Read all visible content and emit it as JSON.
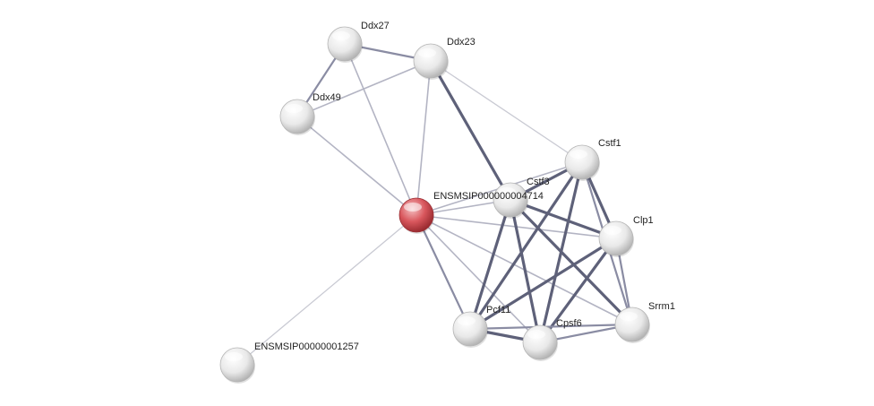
{
  "network": {
    "nodes": [
      {
        "id": "Ddx27",
        "label": "Ddx27",
        "query": false
      },
      {
        "id": "Ddx23",
        "label": "Ddx23",
        "query": false
      },
      {
        "id": "Ddx49",
        "label": "Ddx49",
        "query": false
      },
      {
        "id": "Cstf1",
        "label": "Cstf1",
        "query": false
      },
      {
        "id": "Cstf3",
        "label": "Cstf3",
        "query": false
      },
      {
        "id": "Clp1",
        "label": "Clp1",
        "query": false
      },
      {
        "id": "Srrm1",
        "label": "Srrm1",
        "query": false
      },
      {
        "id": "Pcf11",
        "label": "Pcf11",
        "query": false
      },
      {
        "id": "Cpsf6",
        "label": "Cpsf6",
        "query": false
      },
      {
        "id": "ENSMSIP00000001257",
        "label": "ENSMSIP00000001257",
        "query": false
      },
      {
        "id": "query",
        "label": "ENSMSIP000000004714",
        "query": true
      }
    ],
    "edges": [
      {
        "source": "Ddx27",
        "target": "Ddx23",
        "strength": "medium"
      },
      {
        "source": "Ddx27",
        "target": "Ddx49",
        "strength": "medium"
      },
      {
        "source": "Ddx27",
        "target": "query",
        "strength": "weak"
      },
      {
        "source": "Ddx23",
        "target": "Ddx49",
        "strength": "weak"
      },
      {
        "source": "Ddx23",
        "target": "query",
        "strength": "weak"
      },
      {
        "source": "Ddx23",
        "target": "Cstf3",
        "strength": "strong"
      },
      {
        "source": "Ddx23",
        "target": "Cstf1",
        "strength": "faint"
      },
      {
        "source": "Ddx49",
        "target": "query",
        "strength": "weak"
      },
      {
        "source": "query",
        "target": "ENSMSIP00000001257",
        "strength": "faint"
      },
      {
        "source": "query",
        "target": "Cstf3",
        "strength": "weak"
      },
      {
        "source": "query",
        "target": "Cstf1",
        "strength": "weak"
      },
      {
        "source": "query",
        "target": "Clp1",
        "strength": "weak"
      },
      {
        "source": "query",
        "target": "Srrm1",
        "strength": "weak"
      },
      {
        "source": "query",
        "target": "Pcf11",
        "strength": "medium"
      },
      {
        "source": "query",
        "target": "Cpsf6",
        "strength": "weak"
      },
      {
        "source": "Cstf3",
        "target": "Cstf1",
        "strength": "strong"
      },
      {
        "source": "Cstf3",
        "target": "Clp1",
        "strength": "strong"
      },
      {
        "source": "Cstf3",
        "target": "Pcf11",
        "strength": "strong"
      },
      {
        "source": "Cstf3",
        "target": "Cpsf6",
        "strength": "strong"
      },
      {
        "source": "Cstf3",
        "target": "Srrm1",
        "strength": "strong"
      },
      {
        "source": "Cstf1",
        "target": "Clp1",
        "strength": "strong"
      },
      {
        "source": "Cstf1",
        "target": "Pcf11",
        "strength": "strong"
      },
      {
        "source": "Cstf1",
        "target": "Cpsf6",
        "strength": "strong"
      },
      {
        "source": "Cstf1",
        "target": "Srrm1",
        "strength": "medium"
      },
      {
        "source": "Clp1",
        "target": "Pcf11",
        "strength": "strong"
      },
      {
        "source": "Clp1",
        "target": "Cpsf6",
        "strength": "strong"
      },
      {
        "source": "Clp1",
        "target": "Srrm1",
        "strength": "medium"
      },
      {
        "source": "Pcf11",
        "target": "Cpsf6",
        "strength": "strong"
      },
      {
        "source": "Pcf11",
        "target": "Srrm1",
        "strength": "medium"
      },
      {
        "source": "Cpsf6",
        "target": "Srrm1",
        "strength": "medium"
      }
    ],
    "colors": {
      "edge_strong": "#5e6179",
      "edge_medium": "#8a8ca3",
      "edge_weak": "#b3b4c3",
      "edge_faint": "#c9cad3",
      "node_fill": "#e6e6e6",
      "query_fill": "#d9575d"
    }
  }
}
